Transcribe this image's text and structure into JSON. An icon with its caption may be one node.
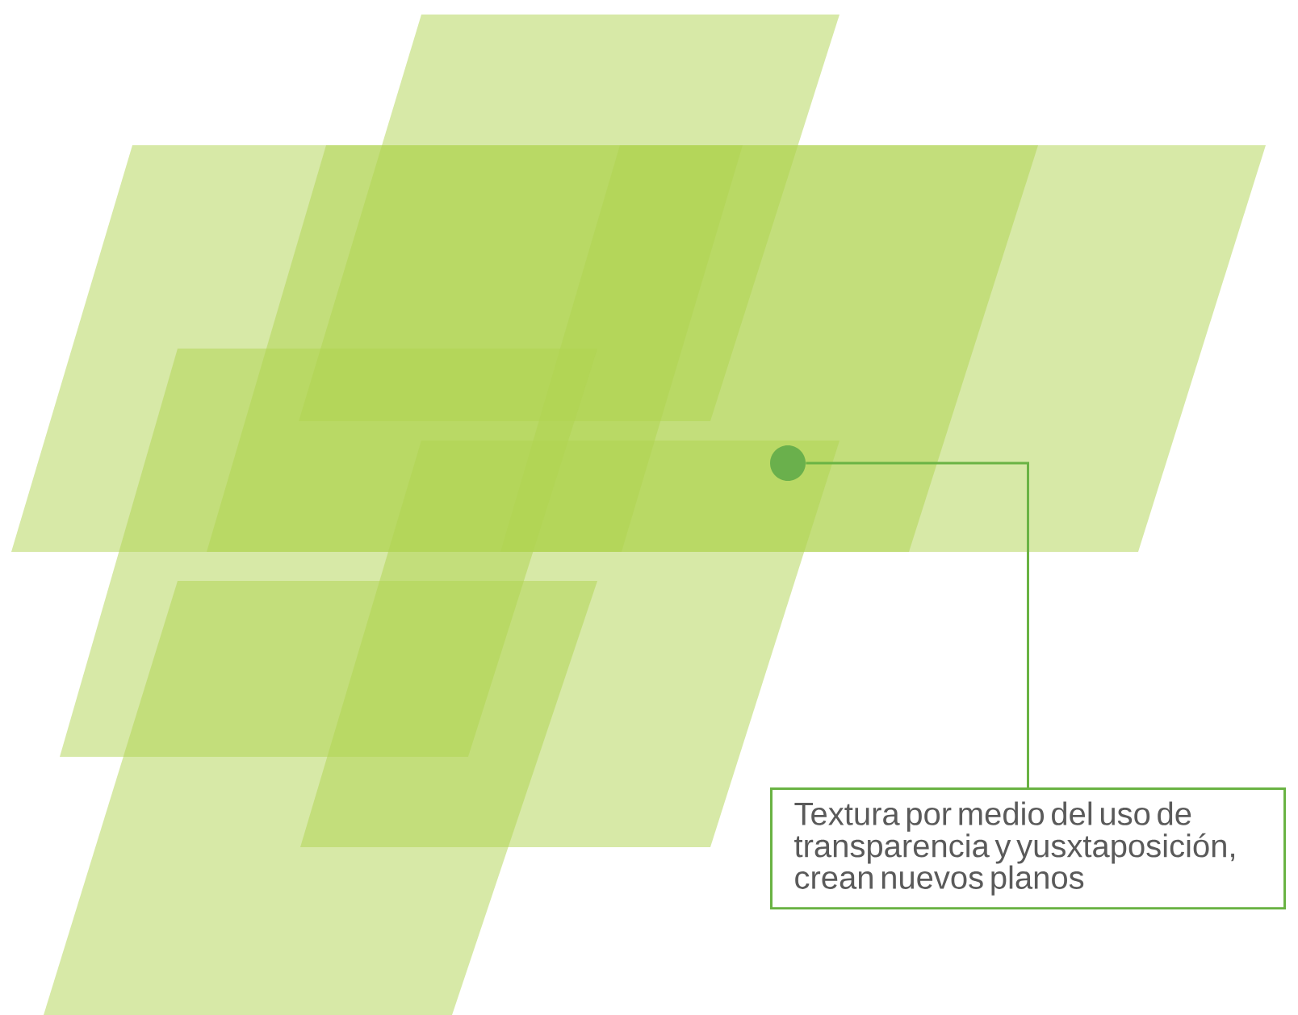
{
  "diagram": {
    "nodes": [
      {
        "text": [
          "Textura por medio del uso de transparencia y yusxtaposición, crean nuevos planos"
        ]
      },
      {
        "text": [],
        "shape": "circle"
      }
    ],
    "edges": [
      {
        "from": 0,
        "to": 1,
        "arrow": "none"
      }
    ]
  }
}
